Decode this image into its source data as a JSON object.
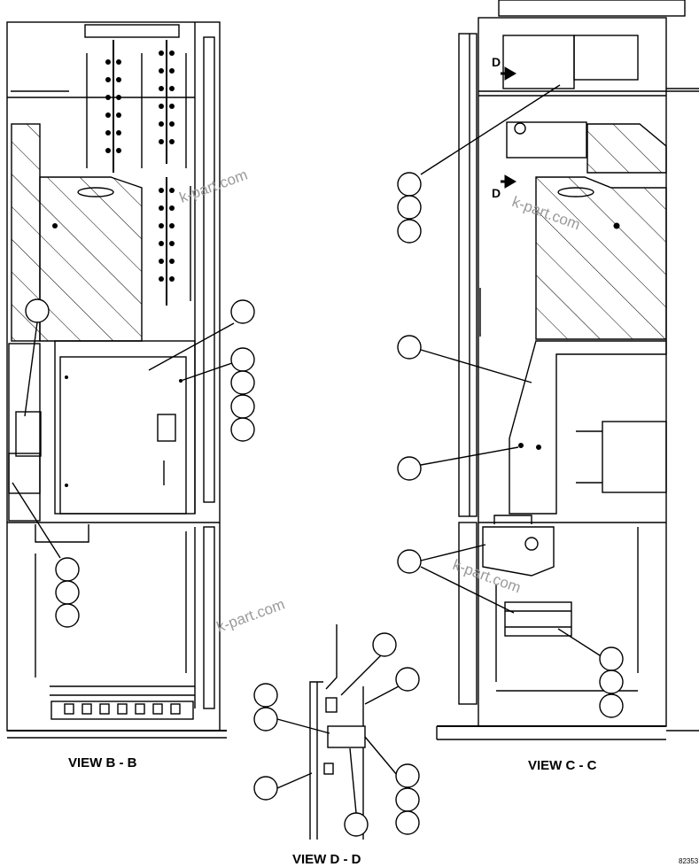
{
  "views": {
    "b": {
      "label": "VIEW B - B"
    },
    "c": {
      "label": "VIEW C - C"
    },
    "d": {
      "label": "VIEW D - D"
    }
  },
  "section_marks": [
    "D",
    "D"
  ],
  "drawing_number": "82353",
  "watermark": "k-part.com",
  "colors": {
    "line": "#000000",
    "paper": "#ffffff",
    "watermark": "#9a9a9a"
  }
}
